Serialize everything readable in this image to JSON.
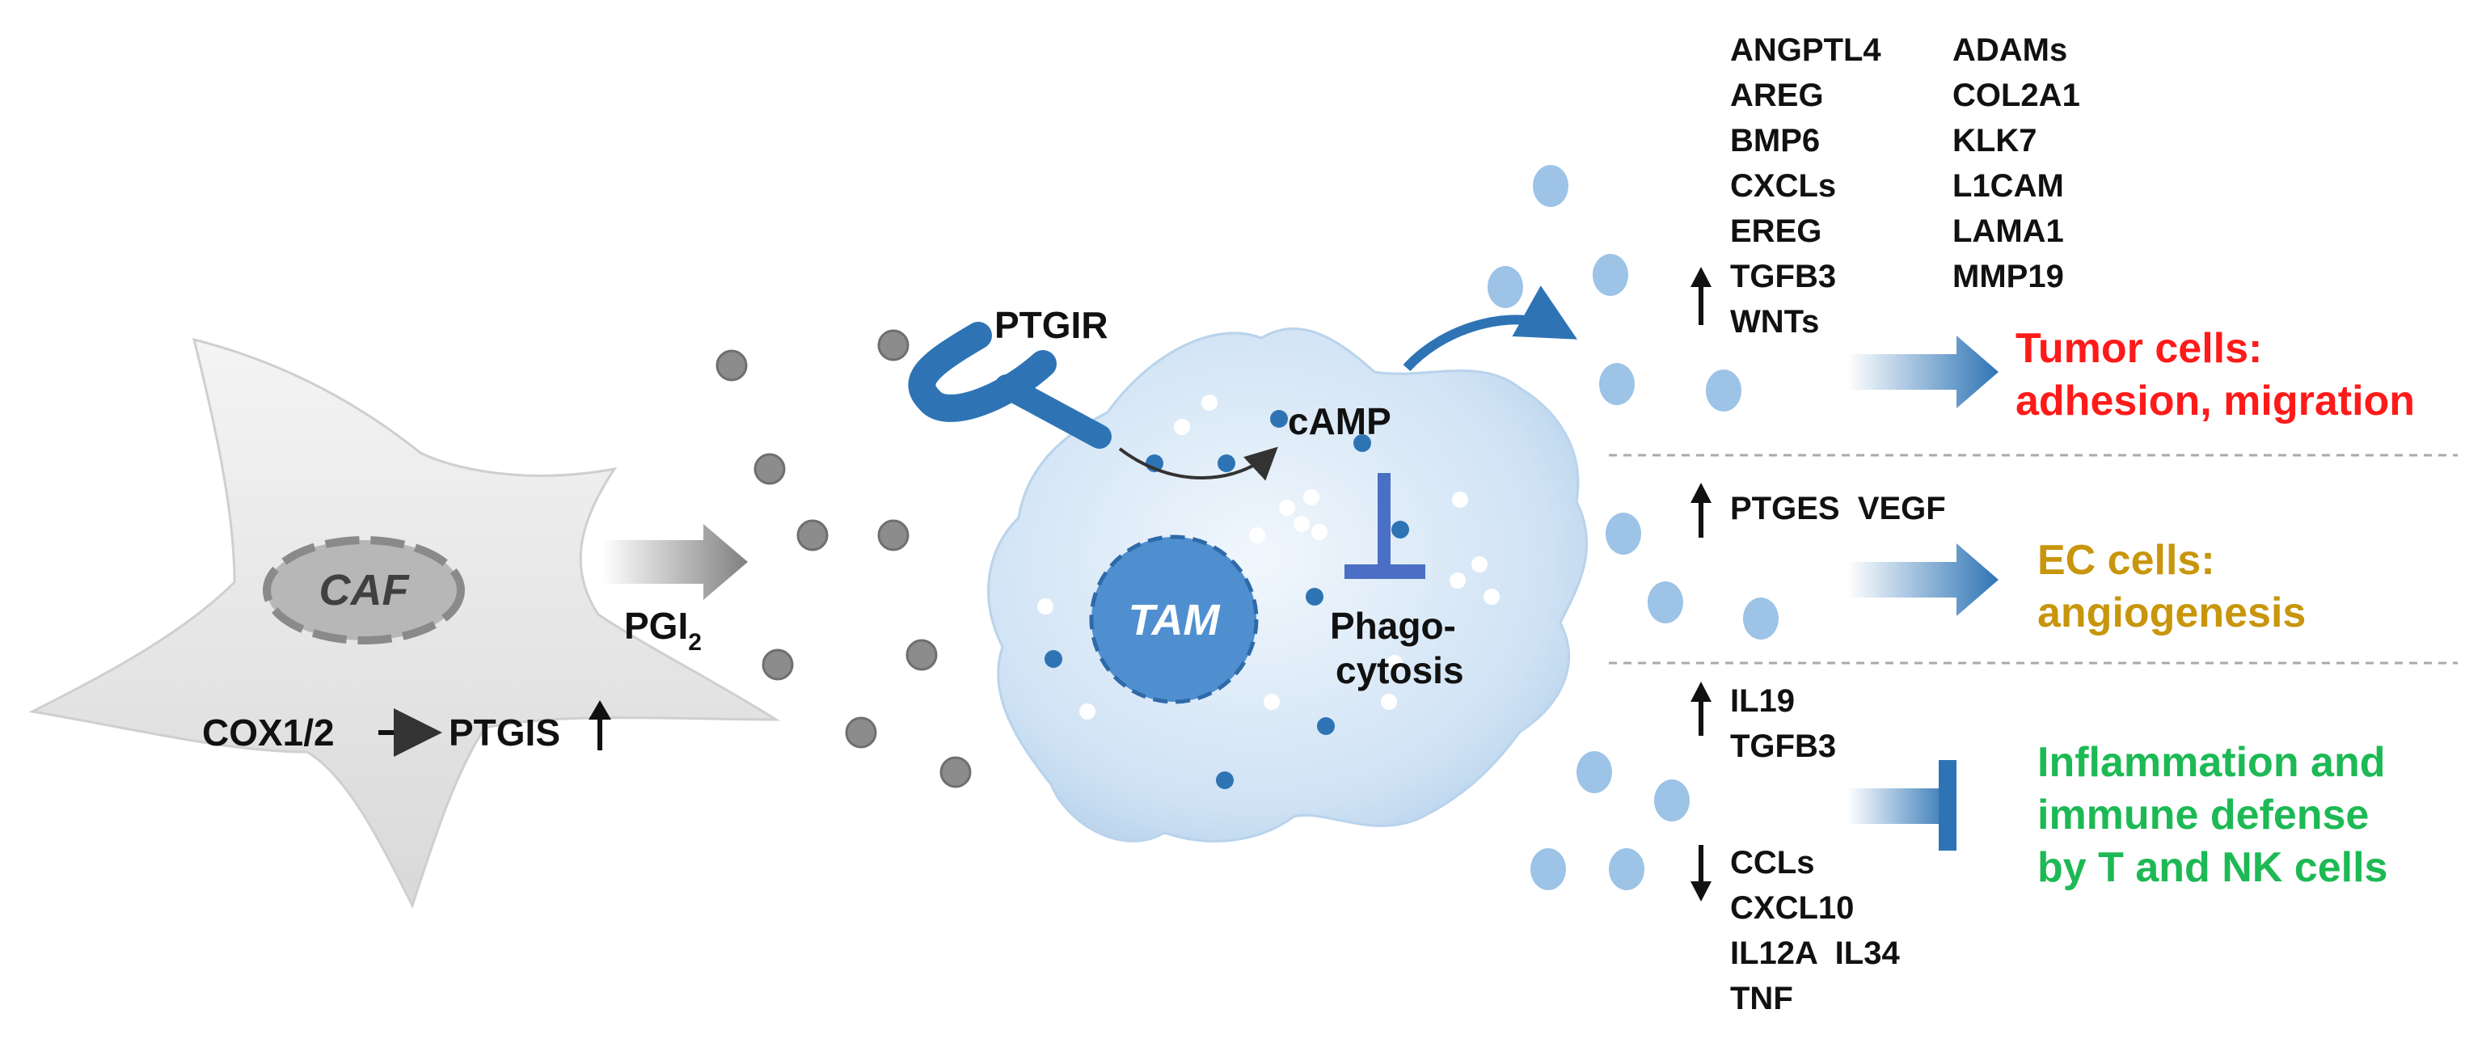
{
  "colors": {
    "tumor": "#ff1a1a",
    "ec": "#c8960c",
    "immune": "#1db954",
    "blue_dark": "#2e74b5",
    "blue_light": "#9dc3e6",
    "grey_dot": "#8c8c8c"
  },
  "caf": {
    "cell_label": "CAF",
    "pathway_source": "COX1/2",
    "pathway_target": "PTGIS",
    "pathway_trend": "up"
  },
  "ligand": {
    "main": "PGI",
    "subscript": "2"
  },
  "receptor": {
    "label": "PTGIR"
  },
  "tam": {
    "cell_label": "TAM",
    "messenger": "cAMP",
    "inhibited_line1": "Phago-",
    "inhibited_line2": "cytosis"
  },
  "gene_groups": {
    "tumor_col1": [
      "ANGPTL4",
      "AREG",
      "BMP6",
      "CXCLs",
      "EREG",
      "TGFB3",
      "WNTs"
    ],
    "tumor_col2": [
      "ADAMs",
      "COL2A1",
      "KLK7",
      "L1CAM",
      "LAMA1",
      "MMP19"
    ],
    "ec": "PTGES  VEGF",
    "immune_up": [
      "IL19",
      "TGFB3"
    ],
    "immune_down": [
      "CCLs",
      "CXCL10",
      "IL12A  IL34",
      "TNF"
    ]
  },
  "outcomes": {
    "tumor_line1": "Tumor cells:",
    "tumor_line2": "adhesion, migration",
    "ec_line1": "EC cells:",
    "ec_line2": "angiogenesis",
    "immune_line1": "Inflammation and",
    "immune_line2": "immune defense",
    "immune_line3": "by T and NK cells"
  }
}
